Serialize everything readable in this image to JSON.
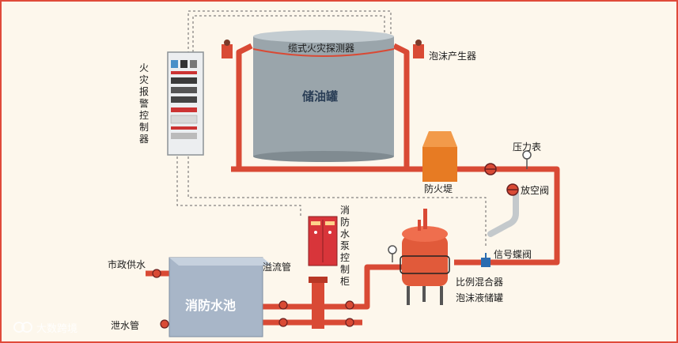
{
  "labels": {
    "fire_alarm_controller": "火灾报警控制器",
    "cable_fire_detector": "缆式火灾探测器",
    "oil_tank": "储油罐",
    "foam_generator": "泡沫产生器",
    "firewall_dike": "防火堤",
    "pressure_gauge": "压力表",
    "vent_valve": "放空阀",
    "signal_butterfly_valve": "信号蝶阀",
    "proportional_mixer": "比例混合器",
    "foam_tank": "泡沫液储罐",
    "pump_control_cabinet": "消防水泵控制柜",
    "fire_pool": "消防水池",
    "municipal_supply": "市政供水",
    "overflow_pipe": "溢流管",
    "drain_pipe": "泄水管",
    "brand": "大数跨境"
  },
  "colors": {
    "pipe": "#d94a35",
    "tank_body": "#9aa5ab",
    "pool_body": "#a8b6c8",
    "dike": "#e77b23",
    "cabinet": "#d8353a",
    "frame": "#e04a3a"
  }
}
